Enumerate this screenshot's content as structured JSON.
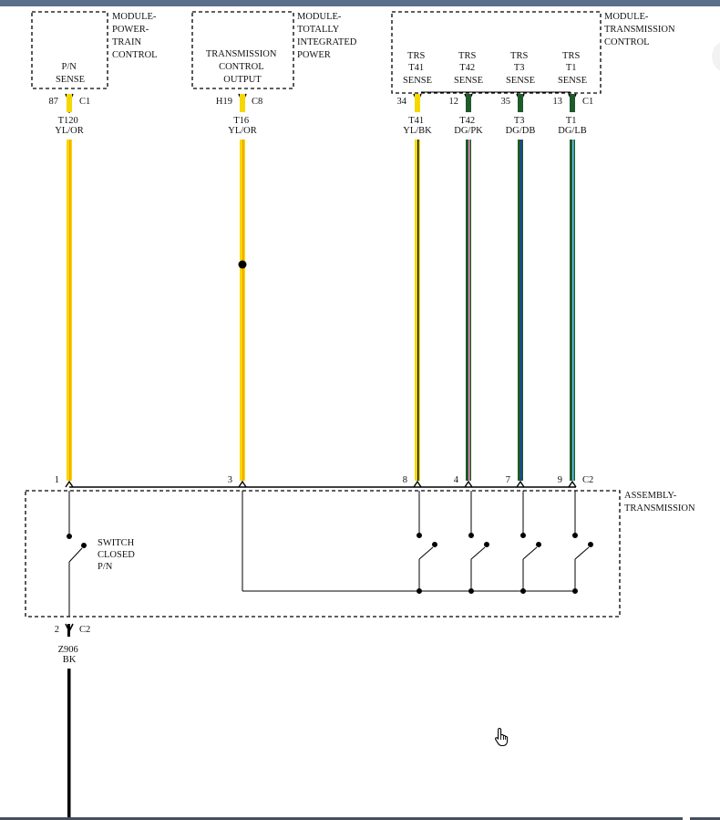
{
  "modules": [
    {
      "id": "pcm",
      "name_lines": [
        "MODULE-",
        "POWER-",
        "TRAIN",
        "CONTROL"
      ],
      "pins": [
        {
          "label_lines": [
            "P/N",
            "SENSE"
          ],
          "cavity": "87",
          "connector": "C1",
          "circuit": "T120",
          "color": "YL/OR"
        }
      ]
    },
    {
      "id": "tipm",
      "name_lines": [
        "MODULE-",
        "TOTALLY",
        "INTEGRATED",
        "POWER"
      ],
      "pins": [
        {
          "label_lines": [
            "TRANSMISSION",
            "CONTROL",
            "OUTPUT"
          ],
          "cavity": "H19",
          "connector": "C8",
          "circuit": "T16",
          "color": "YL/OR"
        }
      ]
    },
    {
      "id": "tcm",
      "name_lines": [
        "MODULE-",
        "TRANSMISSION",
        "CONTROL"
      ],
      "pins": [
        {
          "label_lines": [
            "TRS",
            "T41",
            "SENSE"
          ],
          "cavity": "34",
          "connector": "",
          "circuit": "T41",
          "color": "YL/BK"
        },
        {
          "label_lines": [
            "TRS",
            "T42",
            "SENSE"
          ],
          "cavity": "12",
          "connector": "",
          "circuit": "T42",
          "color": "DG/PK"
        },
        {
          "label_lines": [
            "TRS",
            "T3",
            "SENSE"
          ],
          "cavity": "35",
          "connector": "",
          "circuit": "T3",
          "color": "DG/DB"
        },
        {
          "label_lines": [
            "TRS",
            "T1",
            "SENSE"
          ],
          "cavity": "13",
          "connector": "C1",
          "circuit": "T1",
          "color": "DG/LB"
        }
      ]
    }
  ],
  "assembly": {
    "name_lines": [
      "ASSEMBLY-",
      "TRANSMISSION"
    ],
    "connector": "C2",
    "pins": [
      "1",
      "3",
      "8",
      "4",
      "7",
      "9"
    ],
    "switch_label_lines": [
      "SWITCH",
      "CLOSED",
      "P/N"
    ]
  },
  "ground": {
    "cavity": "2",
    "connector": "C2",
    "circuit": "Z906",
    "color": "BK"
  },
  "wire_colors": {
    "YL/OR": {
      "main": "#f5d800",
      "stripe": "#ff9900"
    },
    "YL/BK": {
      "main": "#f5d800",
      "stripe": "#111111"
    },
    "DG/PK": {
      "main": "#1f5a2a",
      "stripe": "#ff88c8"
    },
    "DG/DB": {
      "main": "#1f5a2a",
      "stripe": "#1f3fbf"
    },
    "DG/LB": {
      "main": "#1f5a2a",
      "stripe": "#66c7ff"
    },
    "BK": {
      "main": "#000000",
      "stripe": "#000000"
    }
  },
  "icons": [
    "hand-pointer-icon"
  ]
}
